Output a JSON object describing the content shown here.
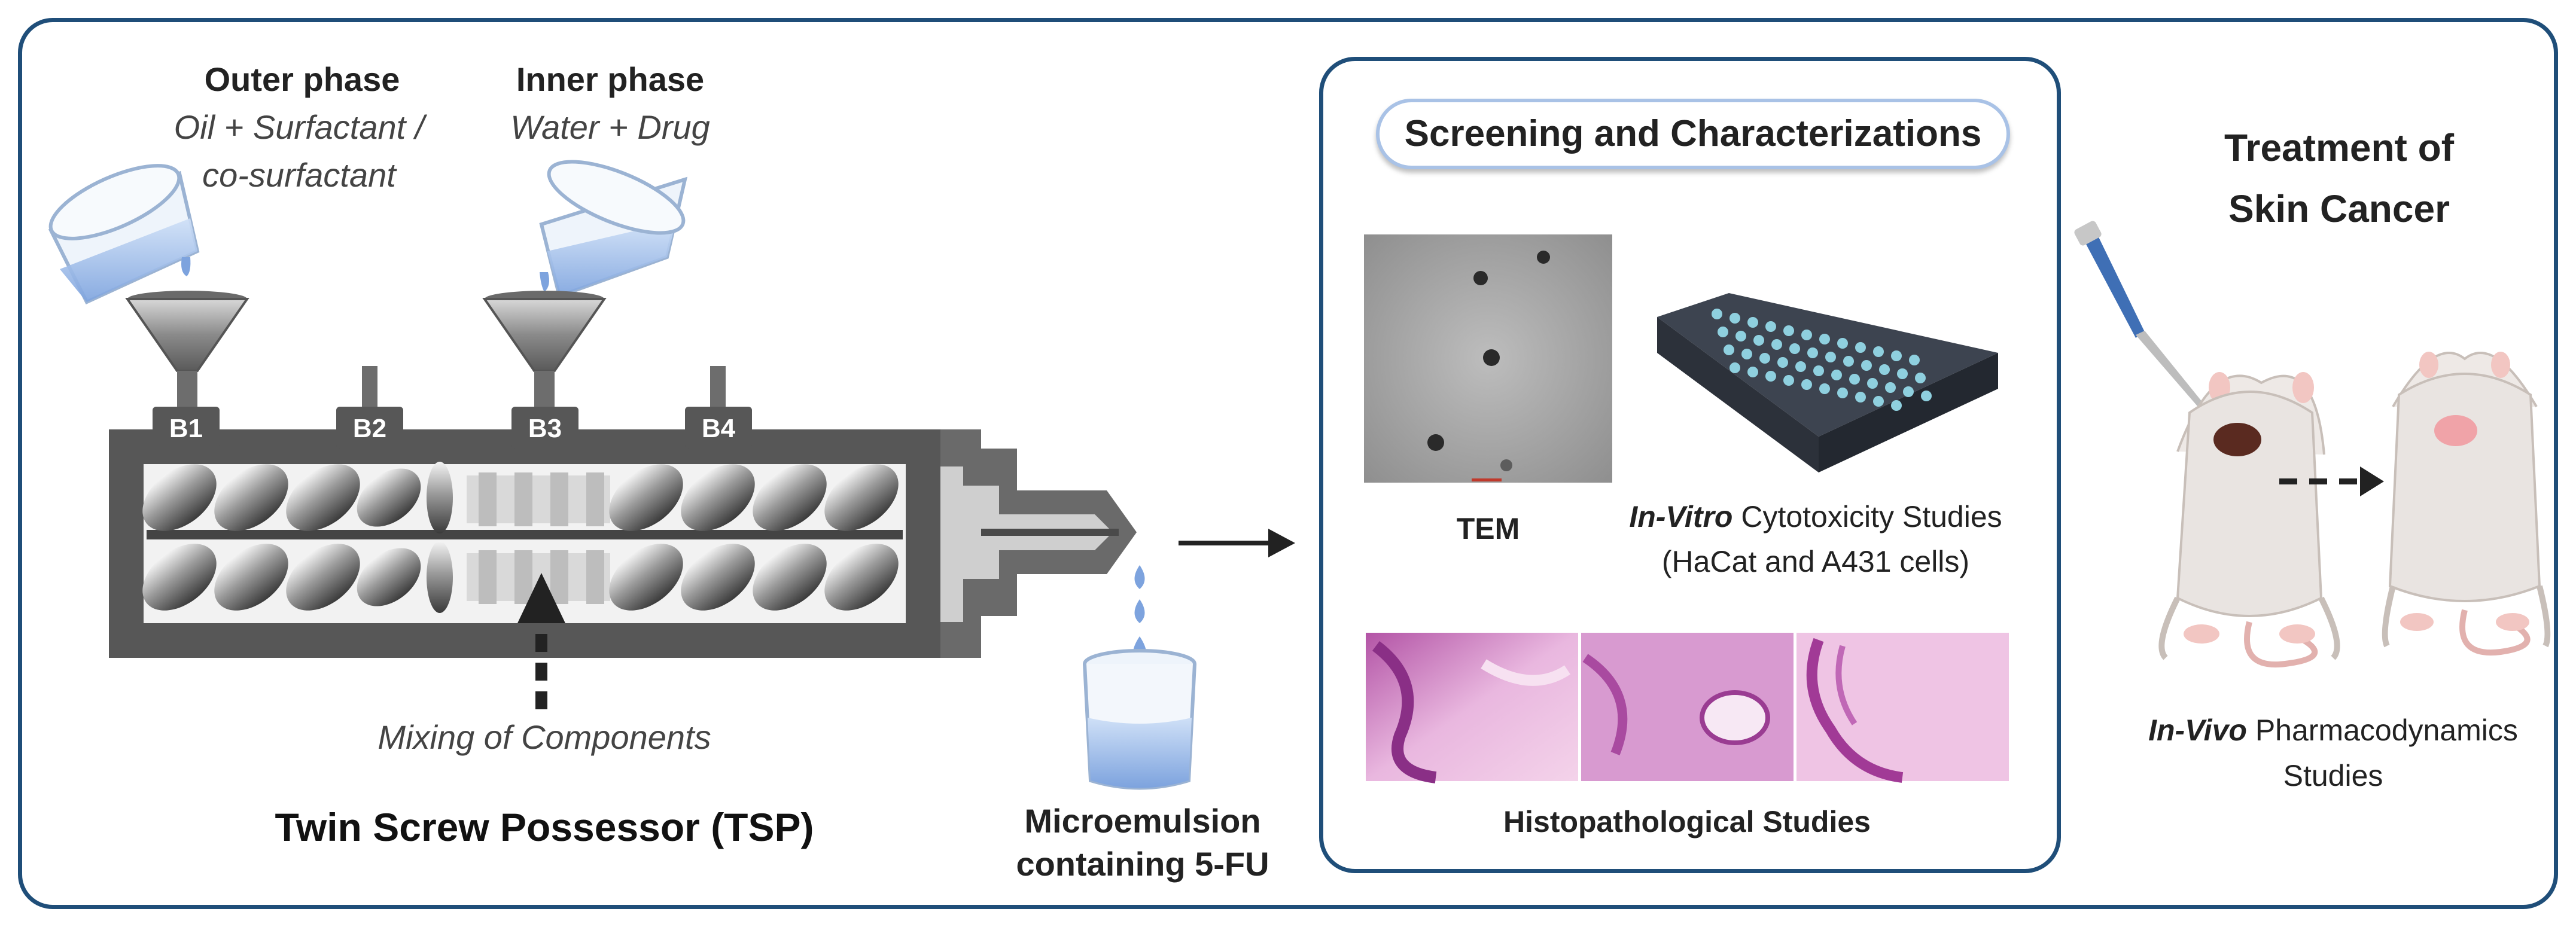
{
  "outer_phase": {
    "title": "Outer phase",
    "line1": "Oil + Surfactant /",
    "line2": "co-surfactant"
  },
  "inner_phase": {
    "title": "Inner phase",
    "line1": "Water + Drug"
  },
  "barrel_ports": [
    "B1",
    "B2",
    "B3",
    "B4"
  ],
  "mixing_label": "Mixing of Components",
  "tsp_label": "Twin Screw Possessor (TSP)",
  "microemulsion": {
    "line1": "Microemulsion",
    "line2": "containing 5-FU"
  },
  "screening": {
    "title": "Screening and Characterizations",
    "tem_label": "TEM",
    "cyto_italic": "In-Vitro",
    "cyto_rest": " Cytotoxicity Studies",
    "cyto_line2": "(HaCat and A431 cells)",
    "histo_label": "Histopathological Studies"
  },
  "treatment": {
    "line1": "Treatment of",
    "line2": "Skin Cancer"
  },
  "invivo": {
    "italic": "In-Vivo",
    "rest": " Pharmacodynamics",
    "line2": "Studies"
  },
  "colors": {
    "border": "#1f4e79",
    "pill_border": "#a9c2e6",
    "barrel": "#555555",
    "histo": "#c66bb8",
    "tumor": "#5a2a20",
    "arrow": "#222222"
  }
}
